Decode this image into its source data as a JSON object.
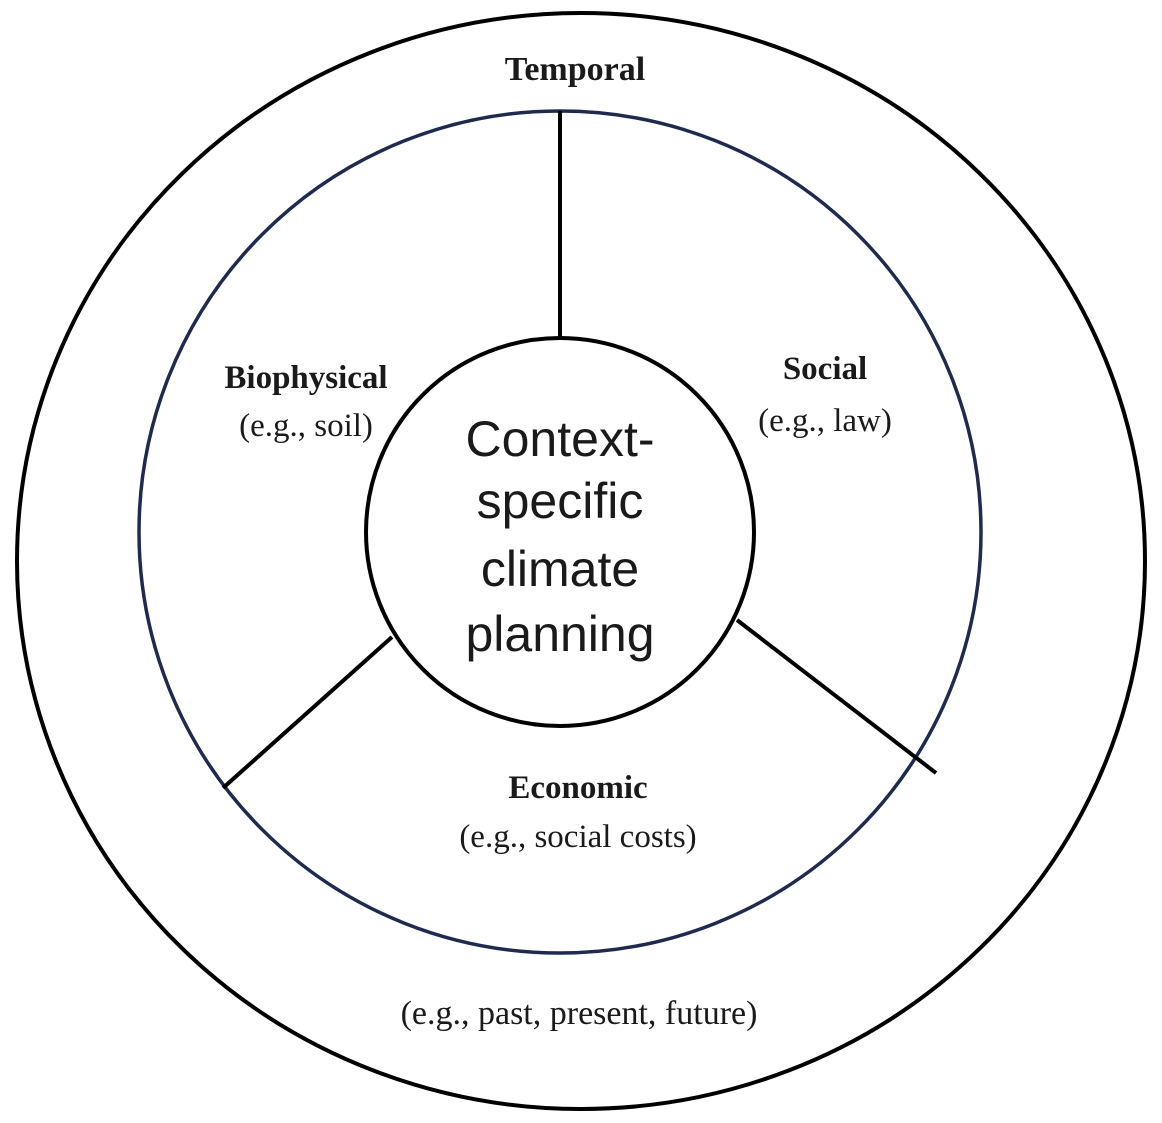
{
  "center": {
    "lines": [
      "Context-",
      "specific",
      "climate",
      "planning"
    ]
  },
  "outer_ring": {
    "label": "Temporal",
    "example": "(e.g., past, present, future)"
  },
  "segments": {
    "biophysical": {
      "label": "Biophysical",
      "example": "(e.g., soil)"
    },
    "social": {
      "label": "Social",
      "example": "(e.g., law)"
    },
    "economic": {
      "label": "Economic",
      "example": "(e.g., social costs)"
    }
  },
  "colors": {
    "outer_circle": "#000000",
    "middle_circle": "#1f2a4f",
    "inner_circle": "#000000",
    "dividers": "#000000",
    "text": "#1a1a1a",
    "background": "#ffffff"
  }
}
